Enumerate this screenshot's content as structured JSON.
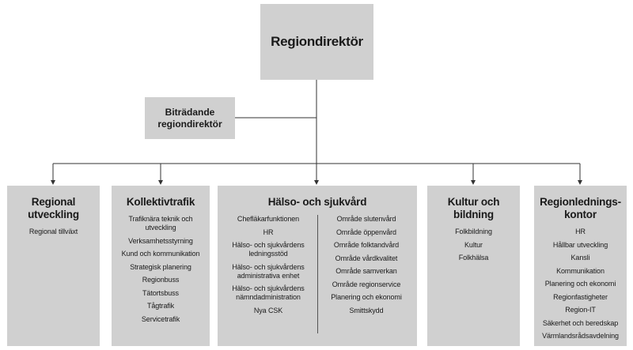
{
  "director": {
    "title": "Regiondirektör"
  },
  "deputy": {
    "line1": "Biträdande",
    "line2": "regiondirektör"
  },
  "departments": {
    "regional": {
      "title_line1": "Regional",
      "title_line2": "utveckling",
      "items": [
        "Regional tillväxt"
      ]
    },
    "kollektiv": {
      "title_line1": "Kollektivtrafik",
      "items": [
        "Trafiknära teknik och utveckling",
        "Verksamhetsstyrning",
        "Kund och kommunikation",
        "Strategisk planering",
        "Regionbuss",
        "Tätortsbuss",
        "Tågtrafik",
        "Servicetrafik"
      ]
    },
    "halso": {
      "title_line1": "Hälso- och sjukvård",
      "left_items": [
        "Chefläkarfunktionen",
        "HR",
        "Hälso- och sjukvårdens ledningsstöd",
        "Hälso- och sjukvårdens administrativa enhet",
        "Hälso- och sjukvårdens nämndadministration",
        "Nya CSK"
      ],
      "right_items": [
        "Område slutenvård",
        "Område öppenvård",
        "Område folktandvård",
        "Område vårdkvalitet",
        "Område samverkan",
        "Område regionservice",
        "Planering och ekonomi",
        "Smittskydd"
      ]
    },
    "kultur": {
      "title_line1": "Kultur och",
      "title_line2": "bildning",
      "items": [
        "Folkbildning",
        "Kultur",
        "Folkhälsa"
      ]
    },
    "region": {
      "title_line1": "Regionlednings-",
      "title_line2": "kontor",
      "items": [
        "HR",
        "Hållbar utveckling",
        "Kansli",
        "Kommunikation",
        "Planering och ekonomi",
        "Regionfastigheter",
        "Region-IT",
        "Säkerhet och beredskap",
        "Värmlandsrådsavdelning"
      ]
    }
  },
  "colors": {
    "box": "#d0d0d0",
    "line": "#333333"
  }
}
